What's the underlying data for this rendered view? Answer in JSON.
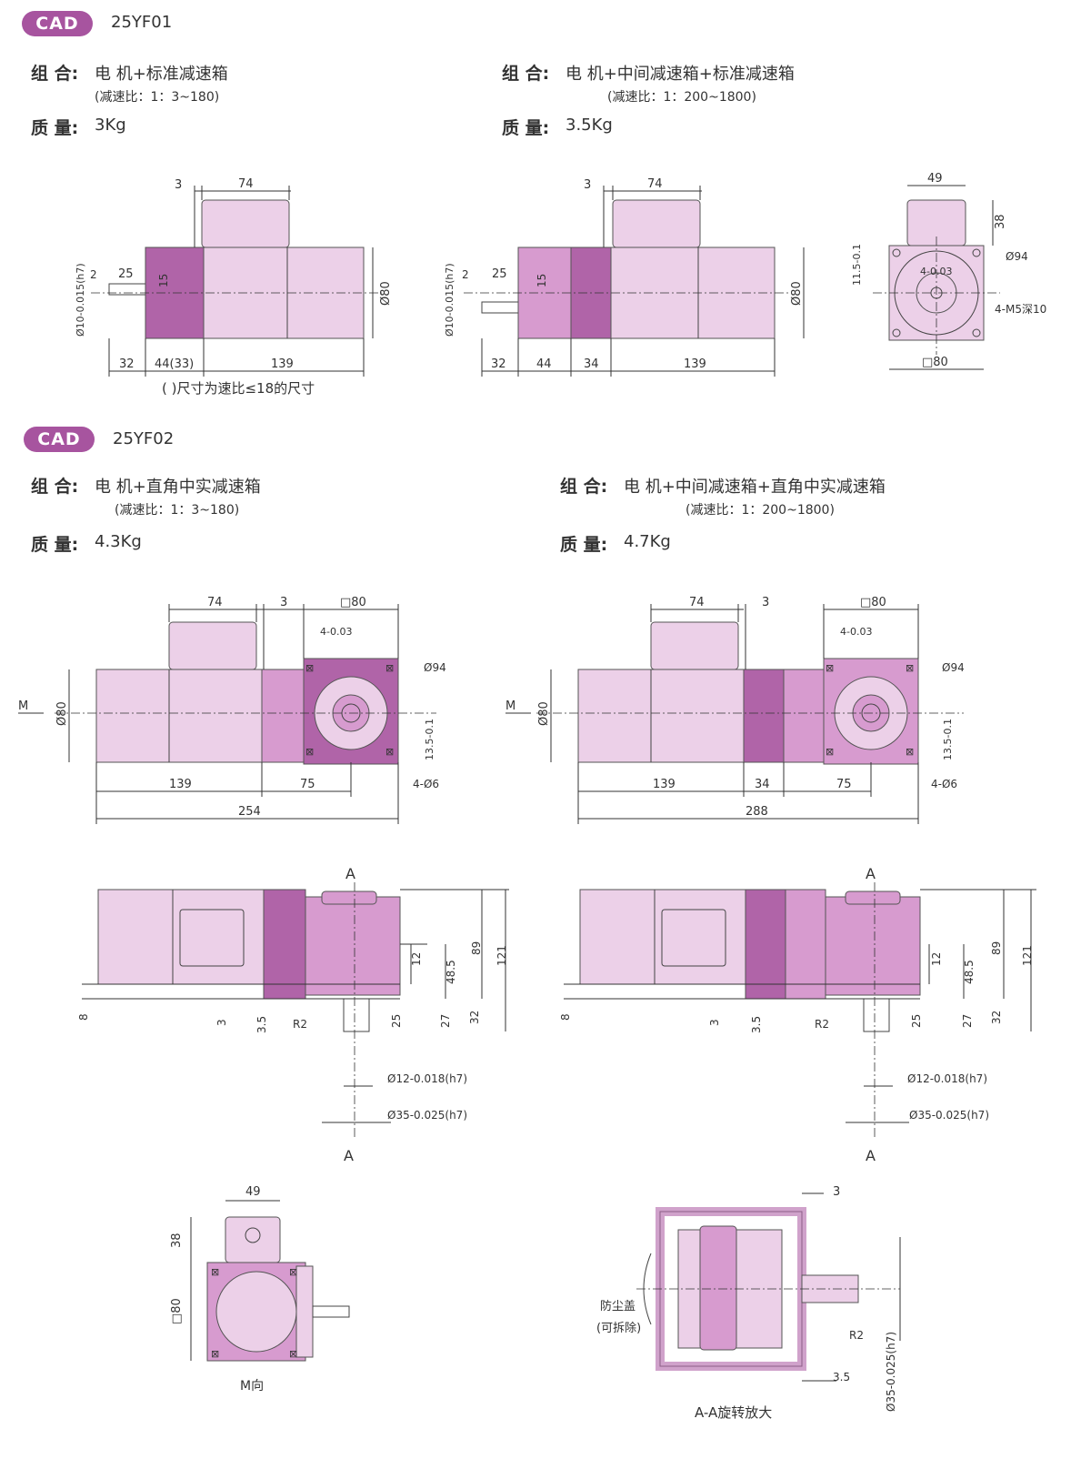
{
  "section1": {
    "badge": "CAD",
    "model": "25YF01",
    "left": {
      "combo_label": "组 合:",
      "combo_value": "电 机+标准减速箱",
      "ratio": "(减速比：1：3~180)",
      "mass_label": "质 量:",
      "mass_value": "3Kg",
      "note": "( )尺寸为速比≤18的尺寸",
      "dims": {
        "d3": "3",
        "d74": "74",
        "shaft": "Ø10-0.015(h7)",
        "d2": "2",
        "d25": "25",
        "d15": "15",
        "d80": "Ø80",
        "d32": "32",
        "d44": "44(33)",
        "d139": "139"
      }
    },
    "right": {
      "combo_label": "组 合:",
      "combo_value": "电 机+中间减速箱+标准减速箱",
      "ratio": "(减速比：1：200~1800)",
      "mass_label": "质 量:",
      "mass_value": "3.5Kg",
      "dims": {
        "d3": "3",
        "d74": "74",
        "shaft": "Ø10-0.015(h7)",
        "d2": "2",
        "d25": "25",
        "d15": "15",
        "d80": "Ø80",
        "d32": "32",
        "d44": "44",
        "d34": "34",
        "d139": "139"
      }
    },
    "end_view": {
      "d49": "49",
      "d38": "38",
      "d94": "Ø94",
      "key": "4-0.03",
      "d115": "11.5-0.1",
      "holes": "4-M5深10",
      "sq80": "□80"
    }
  },
  "section2": {
    "badge": "CAD",
    "model": "25YF02",
    "left": {
      "combo_label": "组 合:",
      "combo_value": "电 机+直角中实减速箱",
      "ratio": "(减速比：1：3~180)",
      "mass_label": "质 量:",
      "mass_value": "4.3Kg",
      "dims": {
        "d74": "74",
        "d3": "3",
        "sq80": "□80",
        "key": "4-0.03",
        "d94": "Ø94",
        "m": "M",
        "d80": "Ø80",
        "d135": "13.5-0.1",
        "holes": "4-Ø6",
        "d139": "139",
        "d75": "75",
        "d254": "254"
      }
    },
    "right": {
      "combo_label": "组 合:",
      "combo_value": "电 机+中间减速箱+直角中实减速箱",
      "ratio": "(减速比：1：200~1800)",
      "mass_label": "质 量:",
      "mass_value": "4.7Kg",
      "dims": {
        "d74": "74",
        "d3": "3",
        "sq80": "□80",
        "key": "4-0.03",
        "d94": "Ø94",
        "m": "M",
        "d80": "Ø80",
        "d135": "13.5-0.1",
        "holes": "4-Ø6",
        "d139": "139",
        "d34": "34",
        "d75": "75",
        "d288": "288"
      }
    },
    "side": {
      "a": "A",
      "d12": "12",
      "d485": "48.5",
      "d89": "89",
      "d121": "121",
      "d8": "8",
      "d3": "3",
      "d35": "3.5",
      "r2": "R2",
      "d25": "25",
      "d27": "27",
      "d32": "32",
      "shaft12": "Ø12-0.018(h7)",
      "shaft35": "Ø35-0.025(h7)"
    },
    "m_view": {
      "d49": "49",
      "d38": "38",
      "sq80": "□80",
      "label": "M向"
    },
    "section_view": {
      "d3": "3",
      "dust1": "防尘盖",
      "dust2": "(可拆除)",
      "r2": "R2",
      "d35": "3.5",
      "shaft": "Ø35-0.025(h7)",
      "label": "A-A旋转放大"
    }
  },
  "colors": {
    "badge": "#a7549f",
    "light": "#ecd0e8",
    "mid": "#d79bcf",
    "dark": "#b064a8"
  }
}
